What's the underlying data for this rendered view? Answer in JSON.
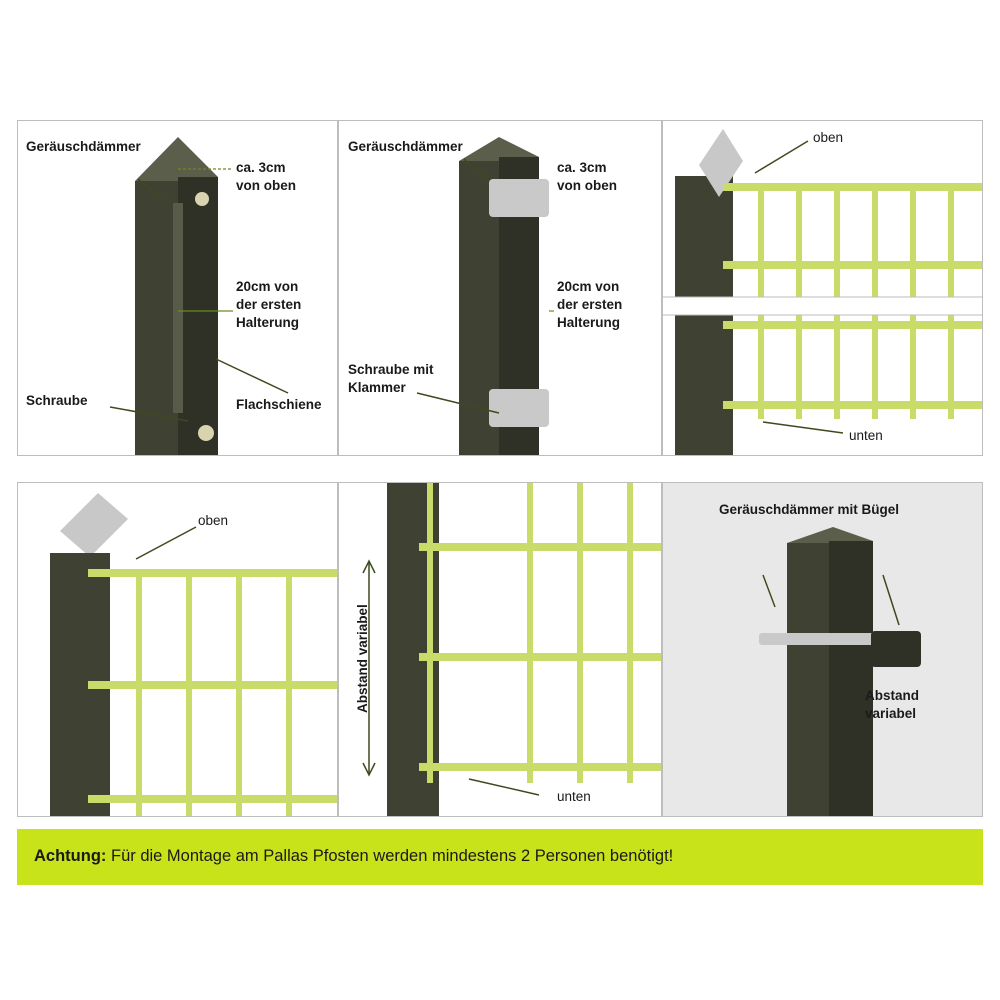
{
  "panel1": {
    "geraeuschdaemmer": "Geräuschdämmer",
    "ca3cm": "ca. 3cm\nvon oben",
    "abstand20": "20cm von\nder ersten\nHalterung",
    "flachschiene": "Flachschiene",
    "schraube": "Schraube"
  },
  "panel2": {
    "geraeuschdaemmer": "Geräuschdämmer",
    "ca3cm": "ca. 3cm\nvon oben",
    "abstand20": "20cm von\nder ersten\nHalterung",
    "schraube_klammer": "Schraube mit\nKlammer"
  },
  "panel3": {
    "oben": "oben",
    "unten": "unten"
  },
  "panel4": {
    "oben": "oben"
  },
  "panel5": {
    "abstand": "Abstand variabel",
    "unten": "unten"
  },
  "panel6": {
    "daemmer_buegel": "Geräuschdämmer mit Bügel",
    "abstand": "Abstand\nvariabel"
  },
  "banner": {
    "prefix": "Achtung:",
    "text": " Für die Montage am Pallas Pfosten werden mindestens 2 Personen benötigt!"
  },
  "colors": {
    "accent": "#c8e31a",
    "post": "#3f4233",
    "mesh": "#c9dc6a",
    "arrow": "#3d4a1e"
  }
}
